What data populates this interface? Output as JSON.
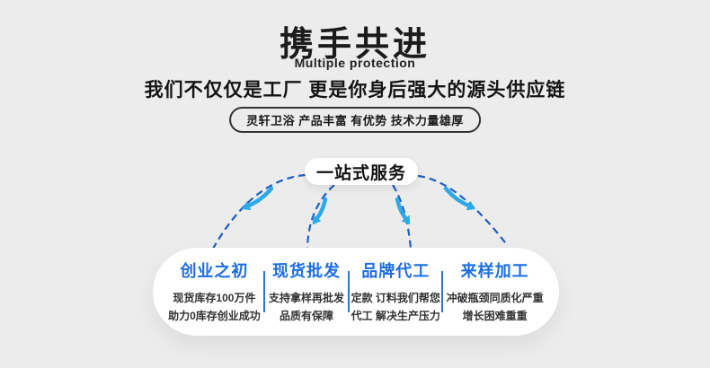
{
  "header": {
    "title": "携手共进",
    "subtitle_en": "Multiple protection",
    "tagline": "我们不仅仅是工厂  更是你身后强大的源头供应链",
    "badge": "灵轩卫浴  产品丰富  有优势  技术力量雄厚"
  },
  "service": {
    "pill_label": "一站式服务"
  },
  "columns": [
    {
      "title": "创业之初",
      "line1": "现货库存100万件",
      "line2": "助力0库存创业成功"
    },
    {
      "title": "现货批发",
      "line1": "支持拿样再批发",
      "line2": "品质有保障"
    },
    {
      "title": "品牌代工",
      "line1": "定款 订料我们帮您",
      "line2": "代工 解决生产压力"
    },
    {
      "title": "来样加工",
      "line1": "冲破瓶颈同质化严重",
      "line2": "增长困难重重"
    }
  ],
  "colors": {
    "background": "#ececec",
    "heading_blue": "#1d6ee3",
    "divider_blue": "#2b74d8",
    "arc_blue": "#1d5fc0",
    "arrow_cyan": "#2ca9e8",
    "text_dark": "#1b1b1b"
  }
}
